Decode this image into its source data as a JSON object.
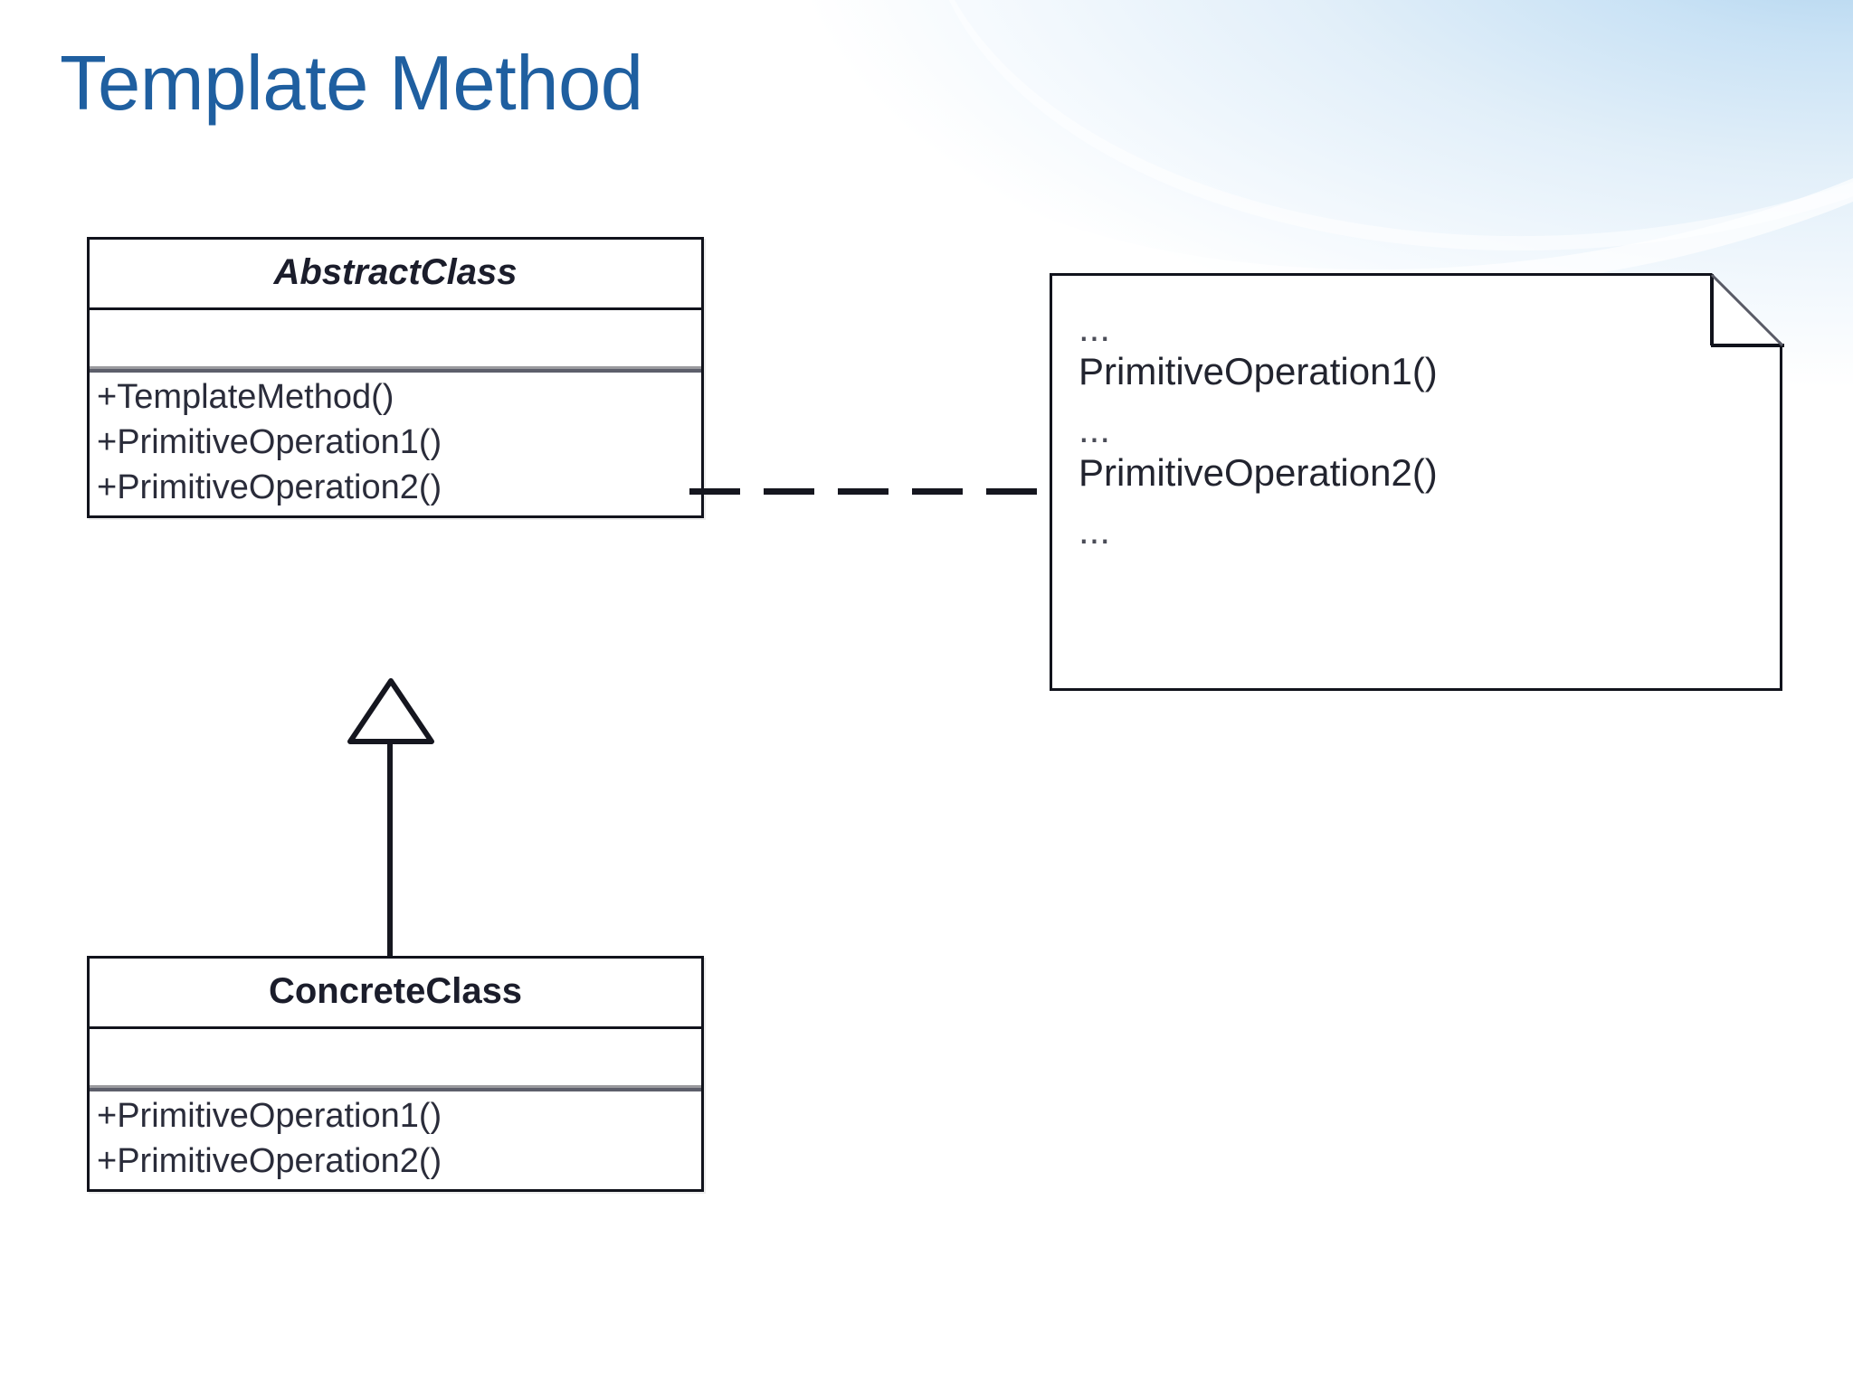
{
  "slide": {
    "title": "Template Method",
    "title_color": "#1f5fa0",
    "background_color": "#ffffff",
    "accent_color": "#a8cfec"
  },
  "diagram": {
    "type": "uml-class-diagram",
    "classes": [
      {
        "id": "abstract-class",
        "name": "AbstractClass",
        "stereotype": "abstract",
        "name_style": "bold-italic",
        "attributes": [],
        "operations": [
          "+TemplateMethod()",
          "+PrimitiveOperation1()",
          "+PrimitiveOperation2()"
        ]
      },
      {
        "id": "concrete-class",
        "name": "ConcreteClass",
        "stereotype": "concrete",
        "name_style": "bold",
        "attributes": [],
        "operations": [
          "+PrimitiveOperation1()",
          "+PrimitiveOperation2()"
        ]
      }
    ],
    "note": {
      "id": "template-method-note",
      "lines": [
        "...",
        "PrimitiveOperation1()",
        "...",
        "PrimitiveOperation2()",
        "..."
      ]
    },
    "relationships": [
      {
        "kind": "dependency",
        "style": "dashed",
        "from": "abstract-class",
        "to": "template-method-note",
        "label": ""
      },
      {
        "kind": "generalization",
        "style": "solid-hollow-triangle",
        "from": "concrete-class",
        "to": "abstract-class",
        "label": ""
      }
    ]
  }
}
